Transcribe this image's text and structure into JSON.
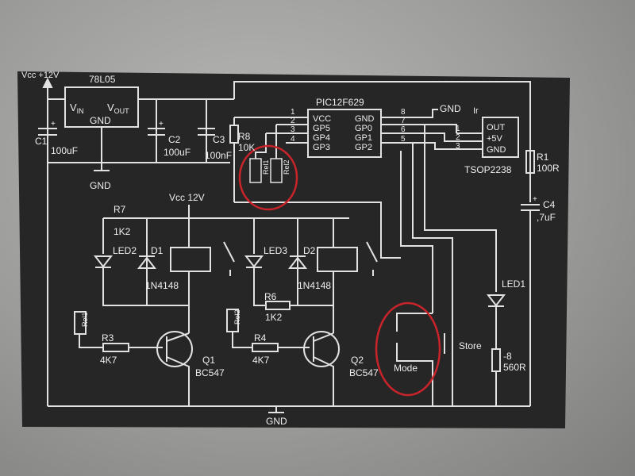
{
  "colors": {
    "panel": "#262626",
    "wire": "#e2e2e2",
    "text": "#eeeeee",
    "highlight": "#c8242a"
  },
  "supply": {
    "vcc_label": "Vcc +12V",
    "regulator_name": "78L05",
    "reg_vin": "V",
    "reg_vin_sub": "IN",
    "reg_vout": "V",
    "reg_vout_sub": "OUT",
    "reg_gnd": "GND",
    "gnd_label": "GND"
  },
  "caps": {
    "c1_name": "C1",
    "c1_value": "100uF",
    "c2_name": "C2",
    "c2_value": "100uF",
    "c3_name": "C3",
    "c3_value": "100nF",
    "c4_name": "C4",
    "c4_value": ",7uF",
    "polarity_plus": "+"
  },
  "pic": {
    "name": "PIC12F629",
    "left_pins": [
      "VCC",
      "GP5",
      "GP4",
      "GP3"
    ],
    "right_pins": [
      "GND",
      "GP0",
      "GP1",
      "GP2"
    ],
    "left_nums": [
      "1",
      "2",
      "3",
      "4"
    ],
    "right_nums": [
      "8",
      "7",
      "6",
      "5"
    ],
    "gnd_label": "GND"
  },
  "r8": {
    "name": "R8",
    "value": "10K"
  },
  "relay_tags": [
    "Rel1",
    "Rel2"
  ],
  "ir": {
    "label": "Ir",
    "pins": [
      "OUT",
      "+5V",
      "GND"
    ],
    "nums": [
      "1",
      "2",
      "3"
    ],
    "part": "TSOP2238"
  },
  "r1": {
    "name": "R1",
    "value": "100R"
  },
  "led1": {
    "name": "LED1"
  },
  "r8b": {
    "name": "-8",
    "value": "560R"
  },
  "store_label": "Store",
  "mode_label": "Mode",
  "vcc2_label": "Vcc 12V",
  "ch1": {
    "r7_name": "R7",
    "r7_value": "1K2",
    "led_name": "LED2",
    "diode_name": "D1",
    "diode_part": "1N4148",
    "tag": "Rel1",
    "r3_name": "R3",
    "r3_value": "4K7",
    "q_name": "Q1",
    "q_part": "BC547"
  },
  "ch2": {
    "led_name": "LED3",
    "diode_name": "D2",
    "diode_part": "1N4148",
    "r6_name": "R6",
    "r6_value": "1K2",
    "tag": "Rel2",
    "r4_name": "R4",
    "r4_value": "4K7",
    "q_name": "Q2",
    "q_part": "BC547"
  },
  "bottom_gnd": "GND"
}
